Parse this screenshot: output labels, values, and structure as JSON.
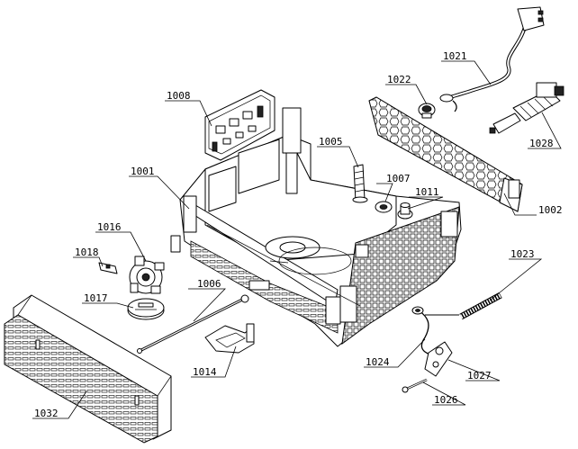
{
  "labels": [
    {
      "id": "1001",
      "text": "1001"
    },
    {
      "id": "1002",
      "text": "1002"
    },
    {
      "id": "1005",
      "text": "1005"
    },
    {
      "id": "1006",
      "text": "1006"
    },
    {
      "id": "1007",
      "text": "1007"
    },
    {
      "id": "1008",
      "text": "1008"
    },
    {
      "id": "1011",
      "text": "1011"
    },
    {
      "id": "1014",
      "text": "1014"
    },
    {
      "id": "1016",
      "text": "1016"
    },
    {
      "id": "1017",
      "text": "1017"
    },
    {
      "id": "1018",
      "text": "1018"
    },
    {
      "id": "1021",
      "text": "1021"
    },
    {
      "id": "1022",
      "text": "1022"
    },
    {
      "id": "1023",
      "text": "1023"
    },
    {
      "id": "1024",
      "text": "1024"
    },
    {
      "id": "1026",
      "text": "1026"
    },
    {
      "id": "1027",
      "text": "1027"
    },
    {
      "id": "1028",
      "text": "1028"
    },
    {
      "id": "1032",
      "text": "1032"
    }
  ]
}
